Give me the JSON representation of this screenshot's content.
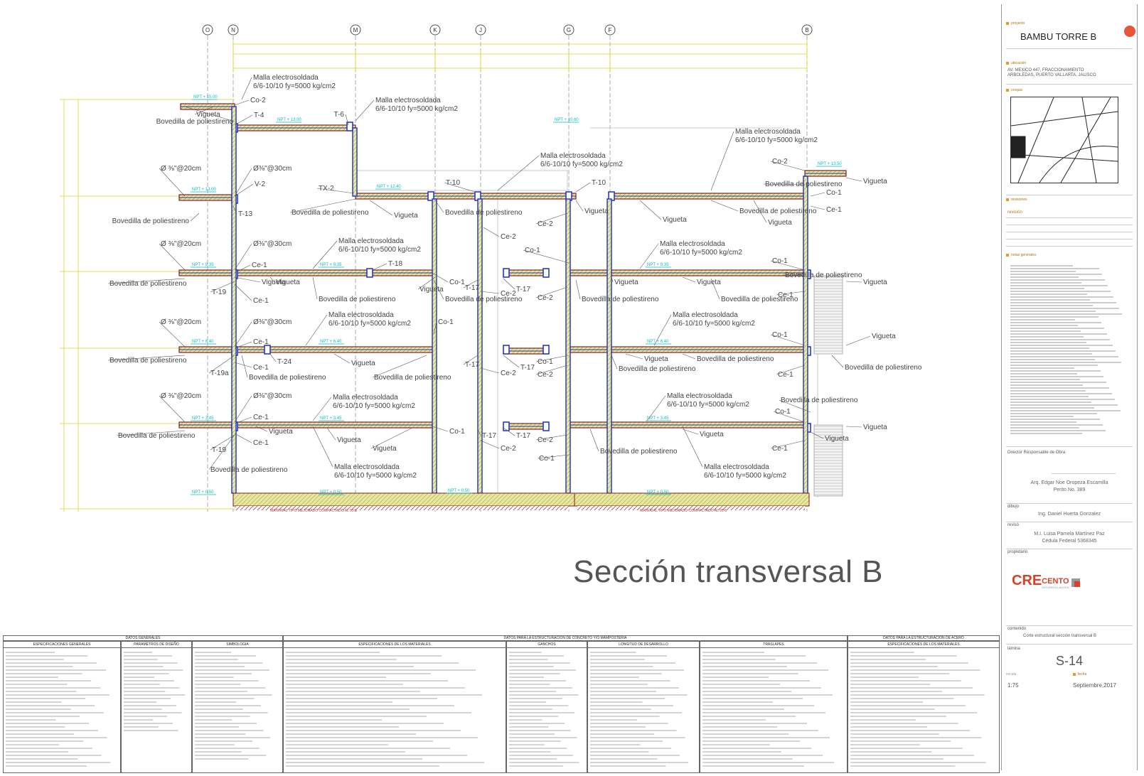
{
  "grid_axes": [
    "O",
    "N",
    "M",
    "K",
    "J",
    "G",
    "F",
    "B"
  ],
  "levels": [
    "NPT + 15.00",
    "NPT + 13.00",
    "NPT + 12.40",
    "NPT + 9.35",
    "NPT + 6.40",
    "NPT + 3.45",
    "NPT + 0.50",
    "NPT + 10.60",
    "NPT + 13.50"
  ],
  "labels": {
    "malla": "Malla electrosoldada",
    "malla_spec": "6/6-10/10 fy=5000 kg/cm2",
    "vigueta": "Vigueta",
    "bovedilla": "Bovedilla de poliestireno",
    "co1": "Co-1",
    "co2": "Co-2",
    "ce1": "Ce-1",
    "ce2": "Ce-2",
    "t4": "T-4",
    "t6": "T-6",
    "t10": "T-10",
    "t13": "T-13",
    "t17": "T-17",
    "t18": "T-18",
    "t19": "T-19",
    "t19a": "T-19a",
    "t24": "T-24",
    "tx2": "TX-2",
    "v2": "V-2",
    "rod20": "Ø ⅜\"@20cm",
    "rod30": "Ø⅜\"@30cm",
    "material": "MATERIAL TIPO MEJORADO COMPACTADO AL 95%"
  },
  "sheet_title": "Sección transversal B",
  "titleblock": {
    "proyecto_label": "proyecto",
    "proyecto": "BAMBU TORRE B",
    "ubicacion_label": "ubicación",
    "ubicacion": "AV.   MEXICO 447, FRACCIONAMIENTO\nARBOLEDAS, PUERTO VALLARTA, JALISCO",
    "croquis_label": "croquis",
    "revisiones_label": "revisiones",
    "revision": "revisión",
    "notas_label": "notas generales",
    "director_label": "Director Responsable de Obra",
    "director": "Arq. Edgar Noe Oropeza Escamilla",
    "perito": "Perito No. 389",
    "dibujo_label": "dibujo",
    "dibujo": "Ing. Daniel Huerta Gonzalez",
    "reviso_label": "revisó",
    "reviso": "M.I. Luisa Pamela Martínez Paz",
    "cedula": "Cédula Federal 5368345",
    "propietario_label": "propietario",
    "logo_cre": "CRE",
    "logo_cento": "CENTO",
    "logo_sub": "DESARROLLADORA",
    "contenido_label": "contenido",
    "contenido": "Corte estructural sección transversal B",
    "lamina_label": "lámina",
    "lamina": "S-14",
    "escala_label": "escala",
    "fecha_label": "fecha",
    "escala": "1:75",
    "fecha": "Septiembre,2017"
  },
  "bottom_headers": {
    "datos_generales": "DATOS GENERALES",
    "datos_concreto": "DATOS PARA LA ESTRUCTURACION DE CONCRETO Y/O MAMPOSTERIA",
    "datos_acero": "DATOS PARA LA ESTRUCTURACION DE ACERO",
    "esp_generales": "ESPECIFICACIONES GENERALES",
    "parametros": "PARAMETROS DE DISEÑO",
    "simbologia": "SIMBOLOGIA",
    "esp_materiales": "ESPECIFICACIONES DE LOS MATERIALES",
    "ganchos": "GANCHOS",
    "longitud": "LONGITUD DE DESARROLLO",
    "traslapes": "TRASLAPES",
    "esp_materiales_acero": "ESPECIFICACIONES DE LOS MATERIALES"
  },
  "colors": {
    "slab": "#8a1a1a",
    "slab_fill": "#e6e69a",
    "column": "#1a2fd0",
    "dim": "#d8d820",
    "level": "#00c0c0",
    "leader": "#555555",
    "accent": "#e89a20"
  }
}
